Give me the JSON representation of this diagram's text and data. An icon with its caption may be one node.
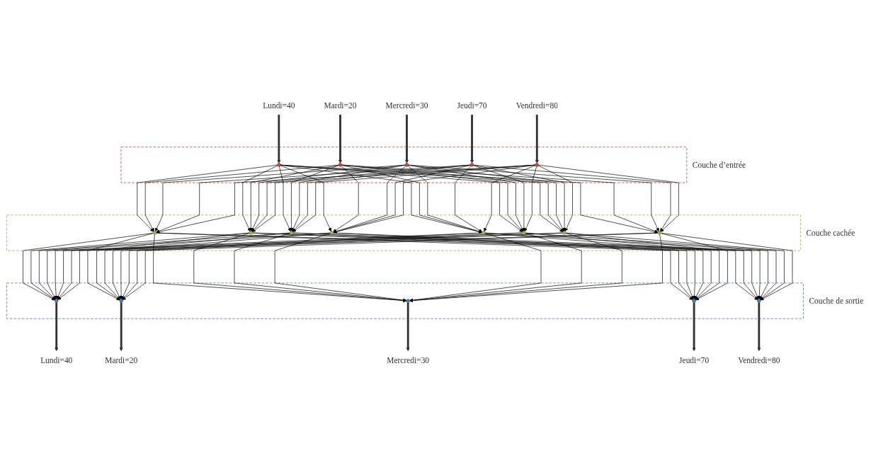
{
  "diagram": {
    "nodes": [
      {
        "text": [
          "Lundi=40"
        ]
      },
      {
        "text": [
          "Mardi=20"
        ]
      },
      {
        "text": [
          "Mercredi=30"
        ]
      },
      {
        "text": [
          "Jeudi=70"
        ]
      },
      {
        "text": [
          "Vendredi=80"
        ]
      },
      {
        "text": [
          "Couche d’entrée"
        ]
      },
      {
        "text": [],
        "shape": "circle",
        "in": 5
      },
      {
        "text": [],
        "shape": "circle",
        "in": 5
      },
      {
        "text": [],
        "shape": "circle",
        "in": 5
      },
      {
        "text": [],
        "shape": "circle",
        "in": 5
      },
      {
        "text": [],
        "shape": "circle",
        "in": 5
      },
      {
        "text": [
          "Couche cachée"
        ]
      },
      {
        "text": [],
        "shape": "circle",
        "in": 11
      },
      {
        "text": [],
        "shape": "circle",
        "in": 11
      },
      {
        "text": [],
        "shape": "circle",
        "in": 11
      },
      {
        "text": [],
        "shape": "circle",
        "in": 11
      },
      {
        "text": [],
        "shape": "circle",
        "in": 11
      },
      {
        "text": [],
        "shape": "circle",
        "in": 11
      },
      {
        "text": [],
        "shape": "circle",
        "in": 11
      },
      {
        "text": [],
        "shape": "circle",
        "in": 11
      },
      {
        "text": [
          "Couche de sortie"
        ]
      },
      {
        "text": [],
        "shape": "circle",
        "in": 20
      },
      {
        "text": [],
        "shape": "circle",
        "in": 20
      },
      {
        "text": [],
        "shape": "circle",
        "in": 20
      },
      {
        "text": [],
        "shape": "circle",
        "in": 20
      },
      {
        "text": [],
        "shape": "circle",
        "in": 20
      },
      {
        "text": [
          "Lundi=40"
        ]
      },
      {
        "text": [
          "Mardi=20"
        ]
      },
      {
        "text": [
          "Mercredi=30"
        ]
      },
      {
        "text": [
          "Jeudi=70"
        ]
      },
      {
        "text": [
          "Vendredi=80"
        ]
      }
    ],
    "edges": [
      {
        "from": 0,
        "to": 6,
        "arrow": "to",
        "style": "thick"
      },
      {
        "from": 1,
        "to": 7,
        "arrow": "to",
        "style": "thick"
      },
      {
        "from": 2,
        "to": 8,
        "arrow": "to",
        "style": "thick"
      },
      {
        "from": 3,
        "to": 9,
        "arrow": "to",
        "style": "thick"
      },
      {
        "from": 4,
        "to": 10,
        "arrow": "to",
        "style": "thick"
      },
      {
        "from": 6,
        "to": 12,
        "arrow": "to"
      },
      {
        "from": 6,
        "to": 13,
        "arrow": "to"
      },
      {
        "from": 6,
        "to": 14,
        "arrow": "to"
      },
      {
        "from": 6,
        "to": 15,
        "arrow": "to"
      },
      {
        "from": 6,
        "to": 16,
        "arrow": "to"
      },
      {
        "from": 6,
        "to": 17,
        "arrow": "to"
      },
      {
        "from": 6,
        "to": 18,
        "arrow": "to"
      },
      {
        "from": 6,
        "to": 19,
        "arrow": "to"
      },
      {
        "from": 7,
        "to": 12,
        "arrow": "to"
      },
      {
        "from": 7,
        "to": 13,
        "arrow": "to"
      },
      {
        "from": 7,
        "to": 14,
        "arrow": "to"
      },
      {
        "from": 7,
        "to": 15,
        "arrow": "to"
      },
      {
        "from": 7,
        "to": 16,
        "arrow": "to"
      },
      {
        "from": 7,
        "to": 17,
        "arrow": "to"
      },
      {
        "from": 7,
        "to": 18,
        "arrow": "to"
      },
      {
        "from": 7,
        "to": 19,
        "arrow": "to"
      },
      {
        "from": 8,
        "to": 12,
        "arrow": "to"
      },
      {
        "from": 8,
        "to": 13,
        "arrow": "to"
      },
      {
        "from": 8,
        "to": 14,
        "arrow": "to"
      },
      {
        "from": 8,
        "to": 15,
        "arrow": "to"
      },
      {
        "from": 8,
        "to": 16,
        "arrow": "to"
      },
      {
        "from": 8,
        "to": 17,
        "arrow": "to"
      },
      {
        "from": 8,
        "to": 18,
        "arrow": "to"
      },
      {
        "from": 8,
        "to": 19,
        "arrow": "to"
      },
      {
        "from": 9,
        "to": 12,
        "arrow": "to"
      },
      {
        "from": 9,
        "to": 13,
        "arrow": "to"
      },
      {
        "from": 9,
        "to": 14,
        "arrow": "to"
      },
      {
        "from": 9,
        "to": 15,
        "arrow": "to"
      },
      {
        "from": 9,
        "to": 16,
        "arrow": "to"
      },
      {
        "from": 9,
        "to": 17,
        "arrow": "to"
      },
      {
        "from": 9,
        "to": 18,
        "arrow": "to"
      },
      {
        "from": 9,
        "to": 19,
        "arrow": "to"
      },
      {
        "from": 10,
        "to": 12,
        "arrow": "to"
      },
      {
        "from": 10,
        "to": 13,
        "arrow": "to"
      },
      {
        "from": 10,
        "to": 14,
        "arrow": "to"
      },
      {
        "from": 10,
        "to": 15,
        "arrow": "to"
      },
      {
        "from": 10,
        "to": 16,
        "arrow": "to"
      },
      {
        "from": 10,
        "to": 17,
        "arrow": "to"
      },
      {
        "from": 10,
        "to": 18,
        "arrow": "to"
      },
      {
        "from": 10,
        "to": 19,
        "arrow": "to"
      },
      {
        "from": 12,
        "to": 21,
        "arrow": "to"
      },
      {
        "from": 12,
        "to": 22,
        "arrow": "to"
      },
      {
        "from": 12,
        "to": 23,
        "arrow": "to"
      },
      {
        "from": 12,
        "to": 24,
        "arrow": "to"
      },
      {
        "from": 12,
        "to": 25,
        "arrow": "to"
      },
      {
        "from": 13,
        "to": 21,
        "arrow": "to"
      },
      {
        "from": 13,
        "to": 22,
        "arrow": "to"
      },
      {
        "from": 13,
        "to": 23,
        "arrow": "to"
      },
      {
        "from": 13,
        "to": 24,
        "arrow": "to"
      },
      {
        "from": 13,
        "to": 25,
        "arrow": "to"
      },
      {
        "from": 14,
        "to": 21,
        "arrow": "to"
      },
      {
        "from": 14,
        "to": 22,
        "arrow": "to"
      },
      {
        "from": 14,
        "to": 23,
        "arrow": "to"
      },
      {
        "from": 14,
        "to": 24,
        "arrow": "to"
      },
      {
        "from": 14,
        "to": 25,
        "arrow": "to"
      },
      {
        "from": 15,
        "to": 21,
        "arrow": "to"
      },
      {
        "from": 15,
        "to": 22,
        "arrow": "to"
      },
      {
        "from": 15,
        "to": 23,
        "arrow": "to"
      },
      {
        "from": 15,
        "to": 24,
        "arrow": "to"
      },
      {
        "from": 15,
        "to": 25,
        "arrow": "to"
      },
      {
        "from": 16,
        "to": 21,
        "arrow": "to"
      },
      {
        "from": 16,
        "to": 22,
        "arrow": "to"
      },
      {
        "from": 16,
        "to": 23,
        "arrow": "to"
      },
      {
        "from": 16,
        "to": 24,
        "arrow": "to"
      },
      {
        "from": 16,
        "to": 25,
        "arrow": "to"
      },
      {
        "from": 17,
        "to": 21,
        "arrow": "to"
      },
      {
        "from": 17,
        "to": 22,
        "arrow": "to"
      },
      {
        "from": 17,
        "to": 23,
        "arrow": "to"
      },
      {
        "from": 17,
        "to": 24,
        "arrow": "to"
      },
      {
        "from": 17,
        "to": 25,
        "arrow": "to"
      },
      {
        "from": 18,
        "to": 21,
        "arrow": "to"
      },
      {
        "from": 18,
        "to": 22,
        "arrow": "to"
      },
      {
        "from": 18,
        "to": 23,
        "arrow": "to"
      },
      {
        "from": 18,
        "to": 24,
        "arrow": "to"
      },
      {
        "from": 18,
        "to": 25,
        "arrow": "to"
      },
      {
        "from": 19,
        "to": 21,
        "arrow": "to"
      },
      {
        "from": 19,
        "to": 22,
        "arrow": "to"
      },
      {
        "from": 19,
        "to": 23,
        "arrow": "to"
      },
      {
        "from": 19,
        "to": 24,
        "arrow": "to"
      },
      {
        "from": 19,
        "to": 25,
        "arrow": "to"
      },
      {
        "from": 21,
        "to": 26,
        "arrow": "to",
        "style": "thick"
      },
      {
        "from": 22,
        "to": 27,
        "arrow": "to",
        "style": "thick"
      },
      {
        "from": 23,
        "to": 28,
        "arrow": "to",
        "style": "thick"
      },
      {
        "from": 24,
        "to": 29,
        "arrow": "to",
        "style": "thick"
      },
      {
        "from": 25,
        "to": 30,
        "arrow": "to",
        "style": "thick"
      }
    ]
  }
}
